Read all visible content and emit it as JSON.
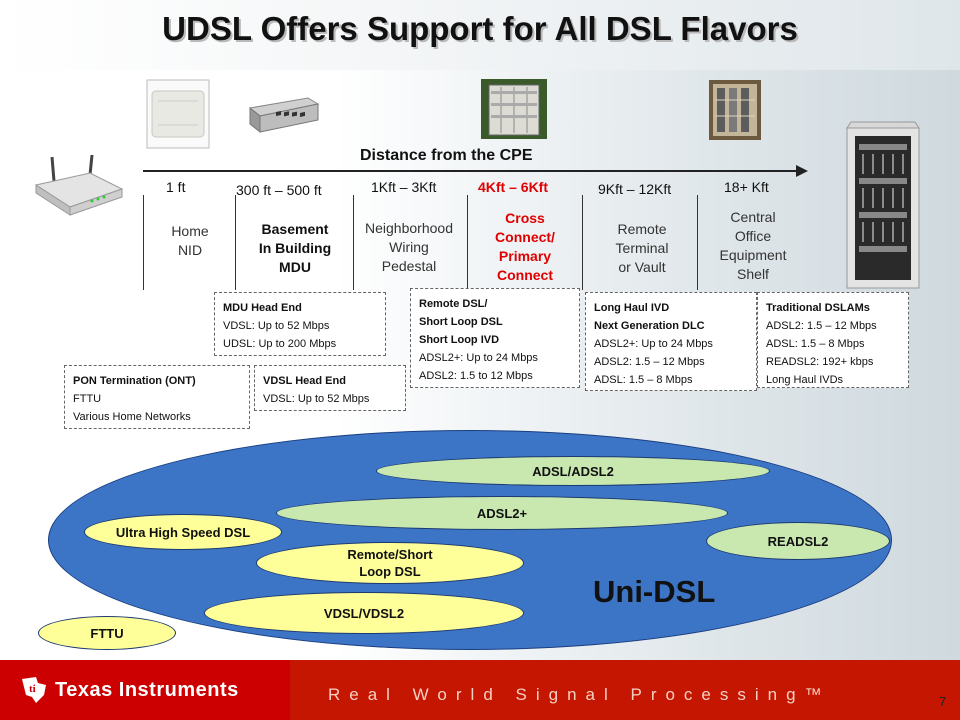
{
  "title": "UDSL Offers Support for All DSL Flavors",
  "axis_label": "Distance from the CPE",
  "distances": [
    "1 ft",
    "300 ft – 500 ft",
    "1Kft – 3Kft",
    "4Kft – 6Kft",
    "9Kft – 12Kft",
    "18+ Kft"
  ],
  "locations": {
    "home": [
      "Home",
      "NID"
    ],
    "basement": [
      "Basement",
      "In Building",
      "MDU"
    ],
    "neighborhood": [
      "Neighborhood",
      "Wiring",
      "Pedestal"
    ],
    "cross": [
      "Cross",
      "Connect/",
      "Primary",
      "Connect"
    ],
    "remote": [
      "Remote",
      "Terminal",
      "or Vault"
    ],
    "central": [
      "Central",
      "Office",
      "Equipment",
      "Shelf"
    ]
  },
  "boxes": {
    "pon": [
      "PON Termination (ONT)",
      "FTTU",
      "Various Home Networks"
    ],
    "mdu": [
      "MDU Head End",
      "VDSL:  Up to 52 Mbps",
      "UDSL:  Up to 200 Mbps"
    ],
    "vdsl_head": [
      "VDSL Head End",
      "VDSL:  Up to 52 Mbps"
    ],
    "remote_dsl": [
      "Remote DSL/",
      "Short Loop DSL",
      "Short Loop IVD",
      "ADSL2+:  Up to 24 Mbps",
      "ADSL2:  1.5 to 12 Mbps"
    ],
    "long_haul": [
      "Long Haul IVD",
      "Next Generation DLC",
      "ADSL2+:  Up to 24 Mbps",
      "ADSL2: 1.5 – 12 Mbps",
      "ADSL: 1.5 – 8 Mbps"
    ],
    "traditional": [
      "Traditional DSLAMs",
      "ADSL2: 1.5 – 12 Mbps",
      "ADSL: 1.5 – 8 Mbps",
      "READSL2:  192+ kbps",
      "Long Haul IVDs"
    ]
  },
  "ellipses": {
    "adsl": "ADSL/ADSL2",
    "adsl2plus": "ADSL2+",
    "ultra": "Ultra High Speed DSL",
    "readsl2": "READSL2",
    "remote_short": [
      "Remote/Short",
      "Loop DSL"
    ],
    "vdsl": "VDSL/VDSL2",
    "fttu": "FTTU",
    "unidsl": "Uni-DSL"
  },
  "footer": {
    "company": "Texas Instruments",
    "tagline": "Real World Signal Processing™",
    "page": "7"
  },
  "colors": {
    "accent_red": "#e00000",
    "ellipse_blue": "#3c74c6",
    "pill_green": "#c8e8b0",
    "pill_yellow": "#ffff99",
    "footer_red": "#cc0000"
  }
}
